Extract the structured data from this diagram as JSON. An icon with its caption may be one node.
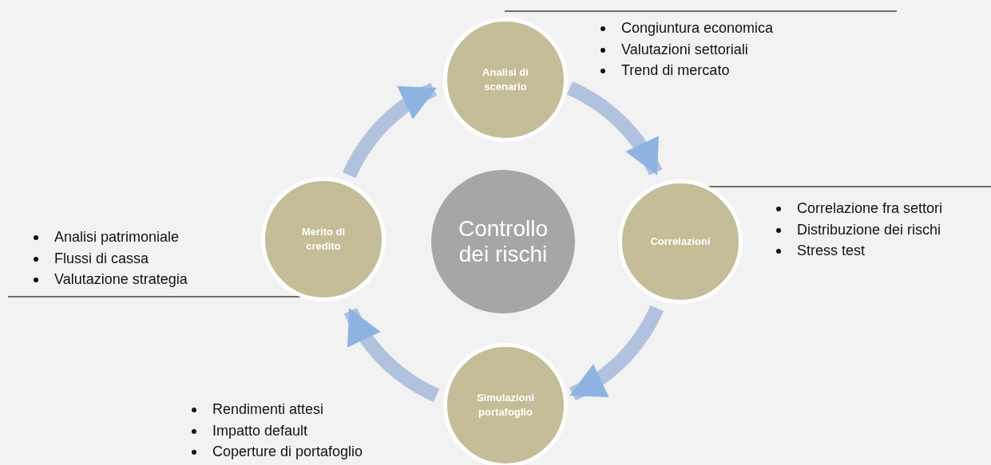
{
  "diagram": {
    "nodes": [
      {
        "text": [
          "Controllo dei rischi"
        ]
      },
      {
        "text": [
          "Analisi di scenario"
        ],
        "beside": [
          "Congiuntura economica",
          "Valutazioni settoriali",
          "Trend di mercato"
        ]
      },
      {
        "text": [
          "Correlazioni"
        ],
        "beside": [
          "Correlazione fra settori",
          "Distribuzione dei rischi",
          "Stress test"
        ]
      },
      {
        "text": [
          "Simulazioni portafoglio"
        ],
        "beside": [
          "Rendimenti attesi",
          "Impatto default",
          "Coperture di portafoglio"
        ]
      },
      {
        "text": [
          "Merito di credito"
        ],
        "beside": [
          "Analisi patrimoniale",
          "Flussi di cassa",
          "Valutazione strategia"
        ]
      }
    ],
    "edges": [
      {
        "from": 4,
        "to": 1,
        "arrow": "to"
      },
      {
        "from": 1,
        "to": 2,
        "arrow": "to"
      },
      {
        "from": 2,
        "to": 3,
        "arrow": "to"
      },
      {
        "from": 3,
        "to": 4,
        "arrow": "to"
      }
    ]
  }
}
